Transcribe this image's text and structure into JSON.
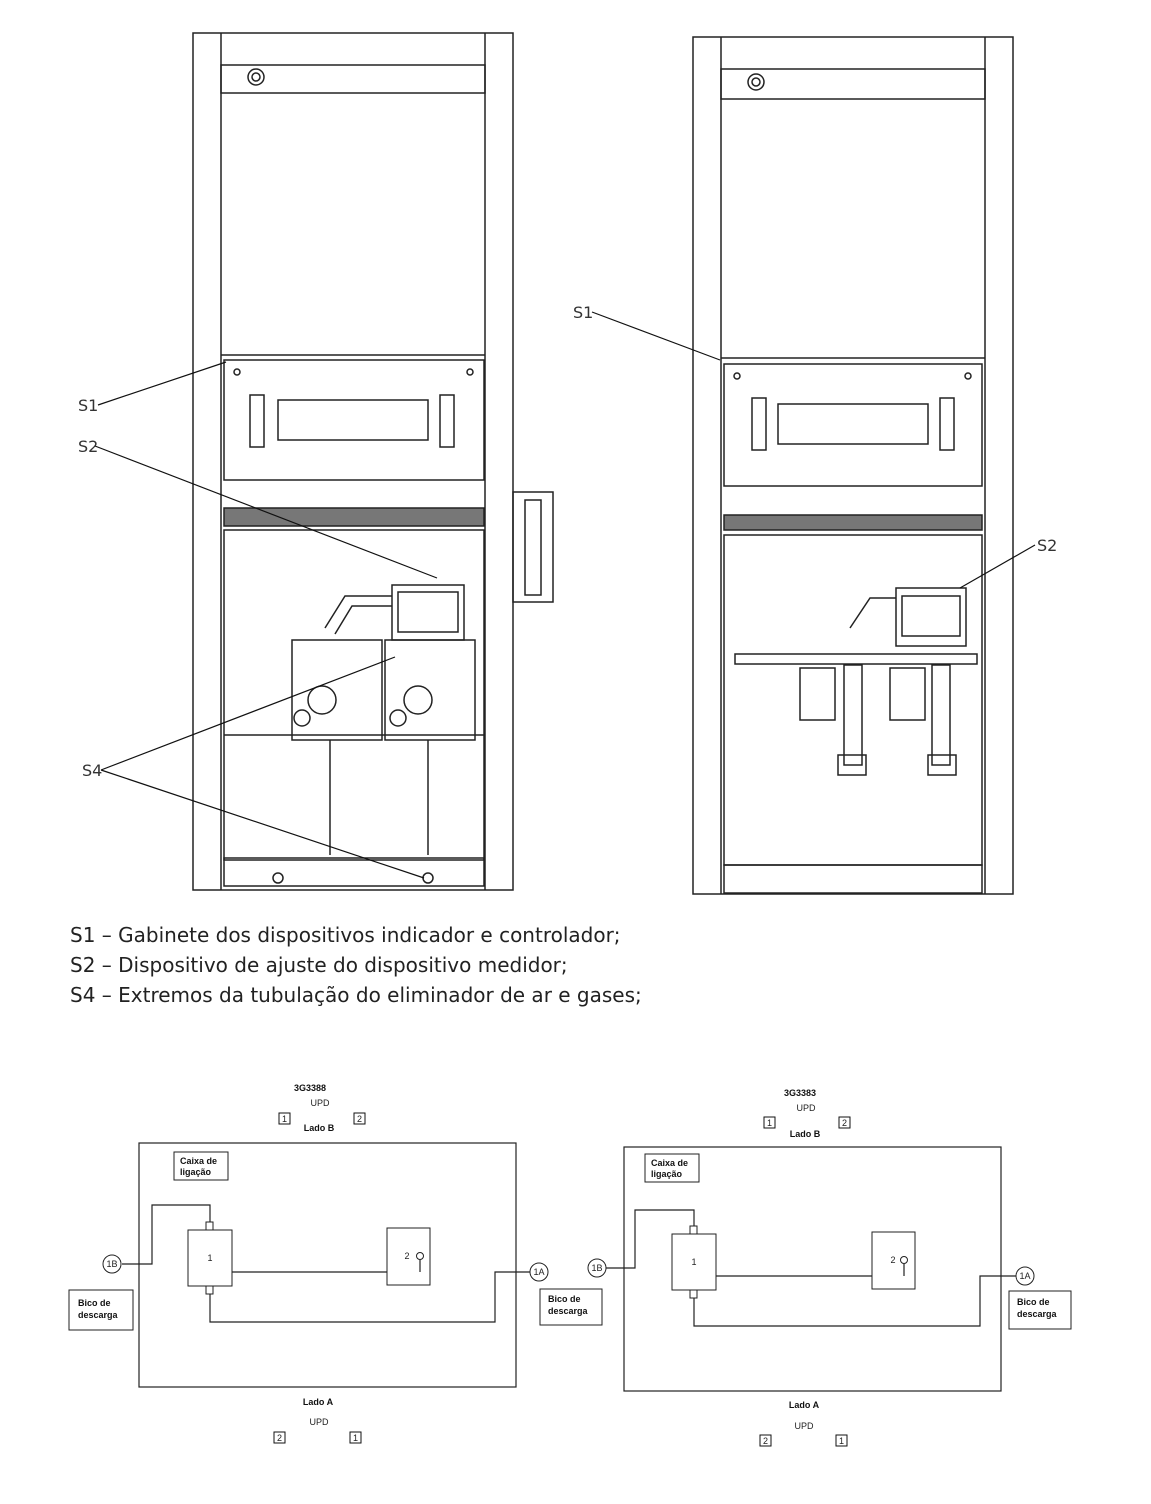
{
  "callouts": {
    "left": {
      "s1": "S1",
      "s2": "S2",
      "s4": "S4"
    },
    "right": {
      "s1": "S1",
      "s2": "S2"
    }
  },
  "legend": [
    "S1 – Gabinete dos dispositivos indicador e controlador;",
    "S2 – Dispositivo de ajuste do dispositivo medidor;",
    "S4 – Extremos da tubulação do eliminador de ar e gases;"
  ],
  "diagrams": [
    {
      "model": "3G3388",
      "upd_top": "UPD",
      "side_b": "Lado B",
      "side_a": "Lado A",
      "upd_bottom": "UPD",
      "box_line1": "Caixa de",
      "box_line2": "ligação",
      "nozzle_line1": "Bico de",
      "nozzle_line2": "descarga",
      "node_b": "1B",
      "node_a": "1A",
      "unit1": "1",
      "unit2": "2",
      "top_markers": [
        "1",
        "2"
      ],
      "bottom_markers": [
        "2",
        "1"
      ]
    },
    {
      "model": "3G3383",
      "upd_top": "UPD",
      "side_b": "Lado B",
      "side_a": "Lado A",
      "upd_bottom": "UPD",
      "box_line1": "Caixa de",
      "box_line2": "ligação",
      "nozzle_line1": "Bico de",
      "nozzle_line2": "descarga",
      "node_b": "1B",
      "node_a": "1A",
      "unit1": "1",
      "unit2": "2",
      "top_markers": [
        "1",
        "2"
      ],
      "bottom_markers": [
        "2",
        "1"
      ]
    }
  ]
}
